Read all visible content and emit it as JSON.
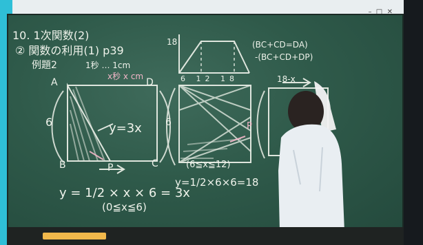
{
  "board": {
    "title": "10. 1次関数(2)",
    "subtitle": "② 関数の利用(1) p39",
    "example": "例題2",
    "time_note": "1秒 … 1cm",
    "x_box": "x秒 x cm",
    "label_A": "A",
    "label_D": "D",
    "label_6": "6",
    "eq_y3x": "y=3x",
    "label_B": "B",
    "label_P": "P",
    "label_C": "C",
    "eq_main": "y = 1/2 × x × 6 = 3x",
    "eq_range": "(0≦x≦6)",
    "graph_18": "18",
    "graph_ticks": "6 12 18",
    "right_6": "6",
    "right_range": "(6≦x≦12)",
    "right_eq": "y=1/2×6×6=18",
    "right_P": "P",
    "formula_top": "(BC+CD=DA)",
    "formula_top2": "-(BC+CD+DP)",
    "formula_18x": "18-x"
  },
  "colors": {
    "board": "#2f5a4a",
    "chalk": "#eef2ea",
    "chalk_pink": "#f3b6c8",
    "frame_blue": "#2fbfd7",
    "chalk_yellow": "#f1b84b"
  }
}
